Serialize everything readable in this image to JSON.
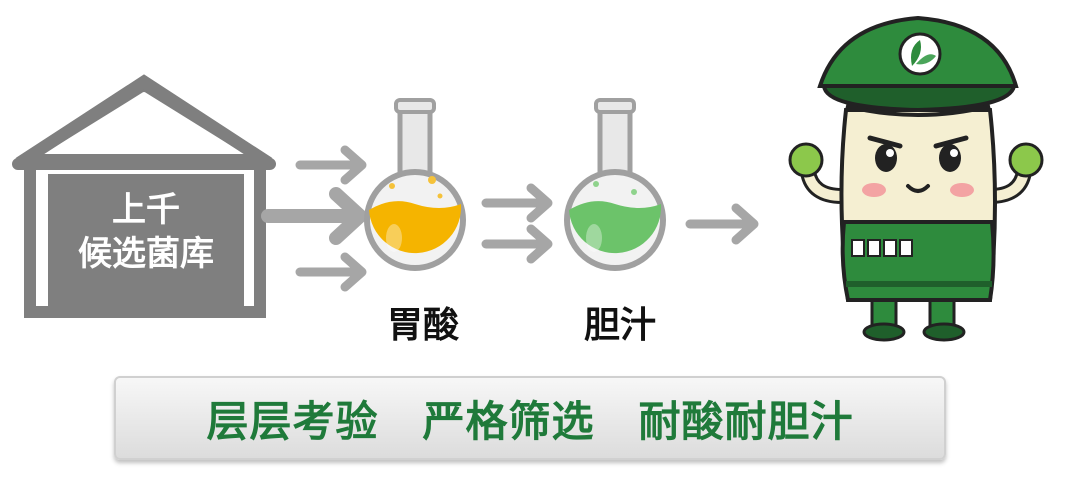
{
  "house": {
    "line1": "上千",
    "line2": "候选菌库"
  },
  "flasks": [
    {
      "label": "胃酸",
      "liquid_color": "#f5b400"
    },
    {
      "label": "胆汁",
      "liquid_color": "#6cc36a"
    }
  ],
  "banner": {
    "part1": "层层考验",
    "part2": "严格筛选",
    "part3": "耐酸耐胆汁",
    "text_color": "#1f7a3a"
  },
  "colors": {
    "arrow": "#a6a6a6",
    "house": "#7f7f7f",
    "mascot_uniform": "#2e8b3d"
  },
  "icons": [
    "house-icon",
    "arrow-icon",
    "flask-icon",
    "mascot-icon",
    "leaf-badge-icon"
  ]
}
